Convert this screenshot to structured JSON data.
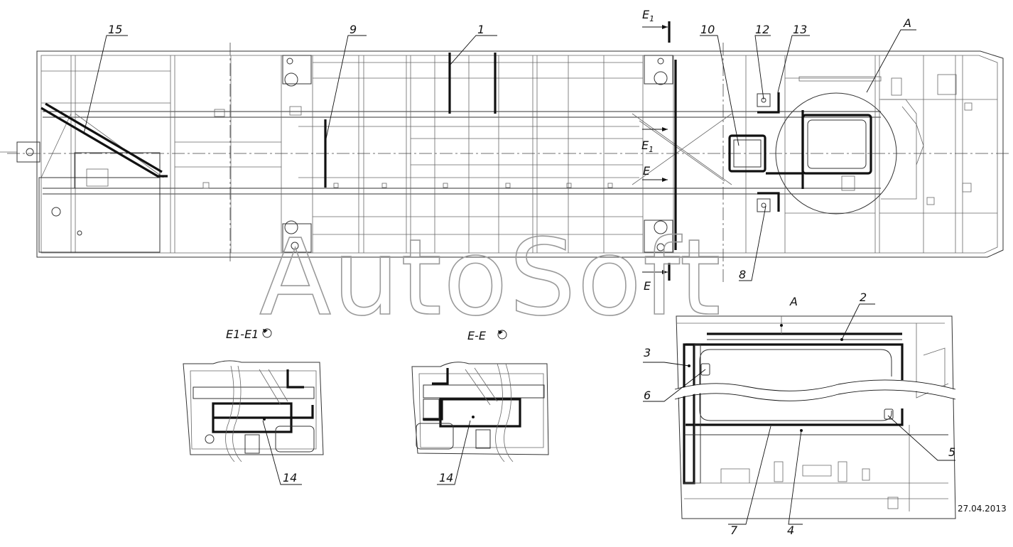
{
  "callouts": {
    "c1": "1",
    "c2": "2",
    "c3": "3",
    "c4": "4",
    "c5": "5",
    "c6": "6",
    "c7": "7",
    "c8": "8",
    "c9": "9",
    "c10": "10",
    "c12": "12",
    "c13": "13",
    "c14a": "14",
    "c14b": "14",
    "c15": "15"
  },
  "markers": {
    "view_a_top": "A",
    "view_a_title": "A",
    "section_e1_top": "E",
    "section_e1_top_sub": "1",
    "section_e1_mid": "E",
    "section_e1_mid_sub": "1",
    "section_e_mid": "E",
    "section_e_bottom": "E"
  },
  "section_titles": {
    "e1": "E1-E1",
    "e": "E-E"
  },
  "watermark": "AutoSoft",
  "date": "27.04.2013"
}
